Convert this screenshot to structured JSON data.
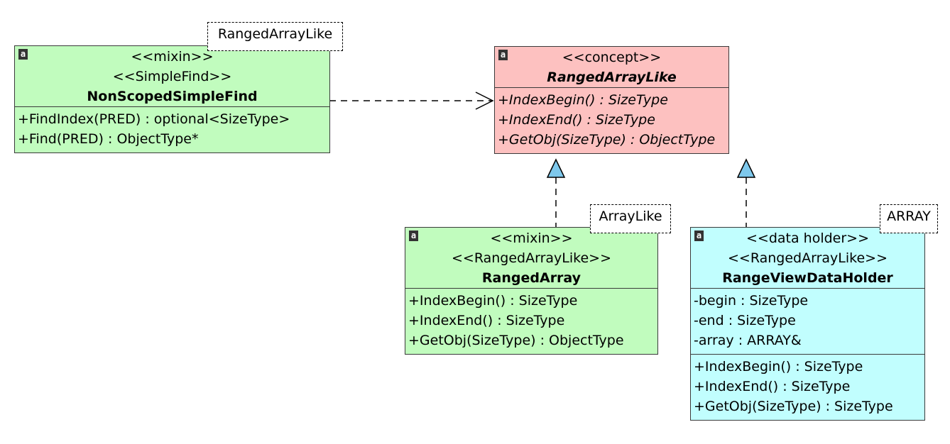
{
  "colors": {
    "green": "#c1fcbe",
    "pink": "#fdc1c0",
    "cyan": "#c1fefe",
    "triangle": "#7ec8ec",
    "line": "#3a3a3a"
  },
  "nonscoped": {
    "template": "RangedArrayLike",
    "stereotype1": "<<mixin>>",
    "stereotype2": "<<SimpleFind>>",
    "name": "NonScopedSimpleFind",
    "methods": [
      "+FindIndex(PRED) : optional<SizeType>",
      "+Find(PRED) : ObjectType*"
    ]
  },
  "concept": {
    "stereotype1": "<<concept>>",
    "name": "RangedArrayLike",
    "methods": [
      "+IndexBegin() : SizeType",
      "+IndexEnd() : SizeType",
      "+GetObj(SizeType) : ObjectType"
    ]
  },
  "ranged": {
    "template": "ArrayLike",
    "stereotype1": "<<mixin>>",
    "stereotype2": "<<RangedArrayLike>>",
    "name": "RangedArray",
    "methods": [
      "+IndexBegin() : SizeType",
      "+IndexEnd() : SizeType",
      "+GetObj(SizeType) : ObjectType"
    ]
  },
  "holder": {
    "template": "ARRAY",
    "stereotype1": "<<data holder>>",
    "stereotype2": "<<RangedArrayLike>>",
    "name": "RangeViewDataHolder",
    "fields": [
      "-begin : SizeType",
      "-end : SizeType",
      "-array : ARRAY&"
    ],
    "methods": [
      "+IndexBegin() : SizeType",
      "+IndexEnd() : SizeType",
      "+GetObj(SizeType) : SizeType"
    ]
  },
  "abstract_marker": "a"
}
